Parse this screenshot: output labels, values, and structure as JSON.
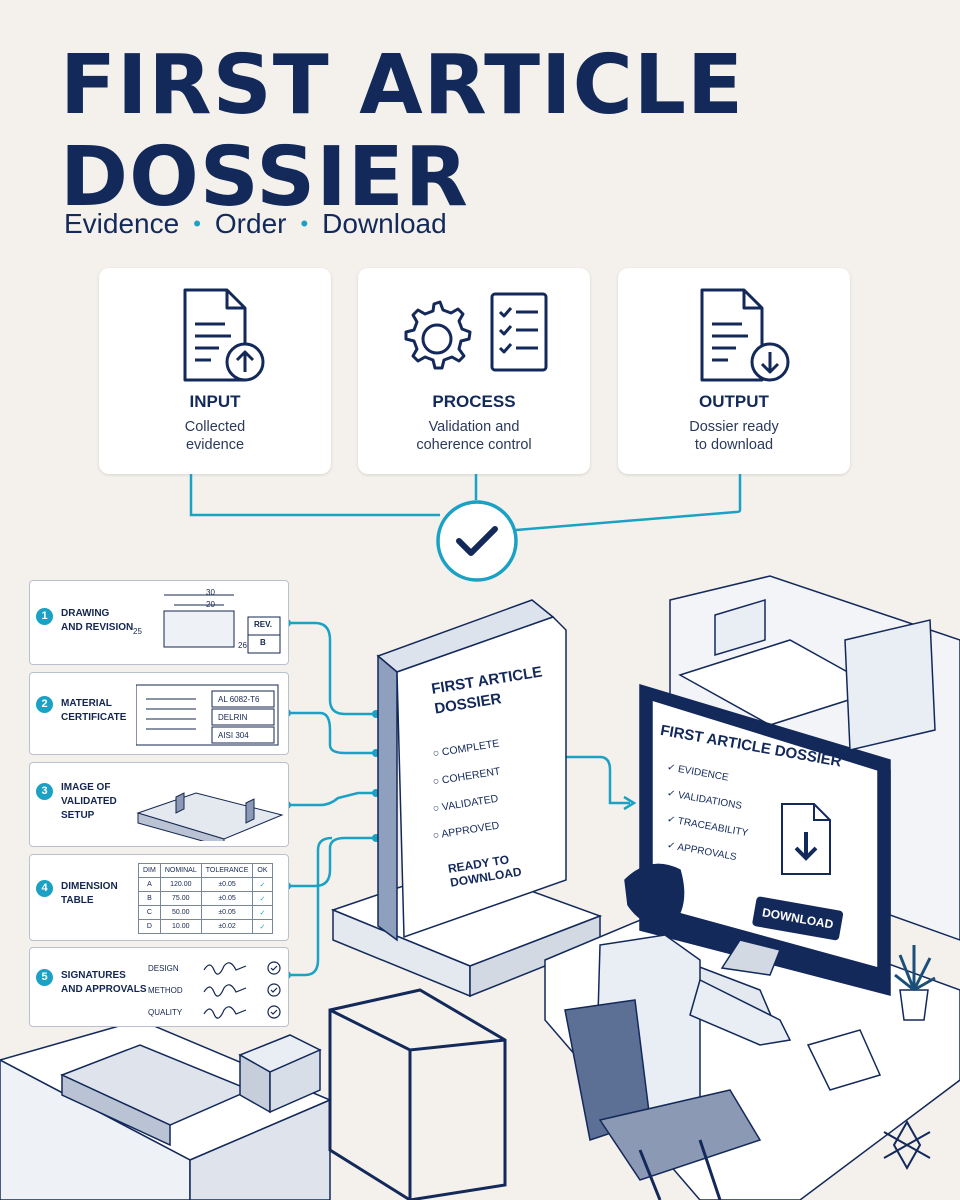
{
  "header": {
    "title_line1": "FIRST ARTICLE",
    "title_line2": "DOSSIER",
    "subtitle": [
      "Evidence",
      "Order",
      "Download"
    ]
  },
  "flow": [
    {
      "title": "INPUT",
      "desc_line1": "Collected",
      "desc_line2": "evidence",
      "icon": "document-upload-icon"
    },
    {
      "title": "PROCESS",
      "desc_line1": "Validation and",
      "desc_line2": "coherence control",
      "icon": "gear-checklist-icon"
    },
    {
      "title": "OUTPUT",
      "desc_line1": "Dossier ready",
      "desc_line2": "to download",
      "icon": "document-download-icon"
    }
  ],
  "steps": [
    {
      "num": "1",
      "line1": "DRAWING",
      "line2": "AND REVISION",
      "dims": [
        "30",
        "20",
        "25",
        "26"
      ],
      "rev_label": "REV.",
      "rev_value": "B"
    },
    {
      "num": "2",
      "line1": "MATERIAL",
      "line2": "CERTIFICATE",
      "materials": [
        "AL 6082-T6",
        "DELRIN",
        "AISI 304"
      ]
    },
    {
      "num": "3",
      "line1": "IMAGE OF",
      "line2": "VALIDATED",
      "line3": "SETUP"
    },
    {
      "num": "4",
      "line1": "DIMENSION",
      "line2": "TABLE",
      "table_headers": [
        "DIM",
        "NOMINAL",
        "TOLERANCE",
        "OK"
      ],
      "table_rows": [
        [
          "A",
          "120.00",
          "±0.05",
          "✓"
        ],
        [
          "B",
          "75.00",
          "±0.05",
          "✓"
        ],
        [
          "C",
          "50.00",
          "±0.05",
          "✓"
        ],
        [
          "D",
          "10.00",
          "±0.02",
          "✓"
        ]
      ]
    },
    {
      "num": "5",
      "line1": "SIGNATURES",
      "line2": "AND APPROVALS",
      "signatures": [
        "DESIGN",
        "METHOD",
        "QUALITY"
      ]
    }
  ],
  "book": {
    "title_line1": "FIRST ARTICLE",
    "title_line2": "DOSSIER",
    "items": [
      "COMPLETE",
      "COHERENT",
      "VALIDATED",
      "APPROVED"
    ],
    "ready_line1": "READY TO",
    "ready_line2": "DOWNLOAD"
  },
  "monitor": {
    "title": "FIRST ARTICLE DOSSIER",
    "items": [
      "EVIDENCE",
      "VALIDATIONS",
      "TRACEABILITY",
      "APPROVALS"
    ],
    "button": "DOWNLOAD"
  },
  "colors": {
    "navy": "#13295a",
    "accent": "#1ba1c4",
    "background": "#f4f1ec"
  }
}
